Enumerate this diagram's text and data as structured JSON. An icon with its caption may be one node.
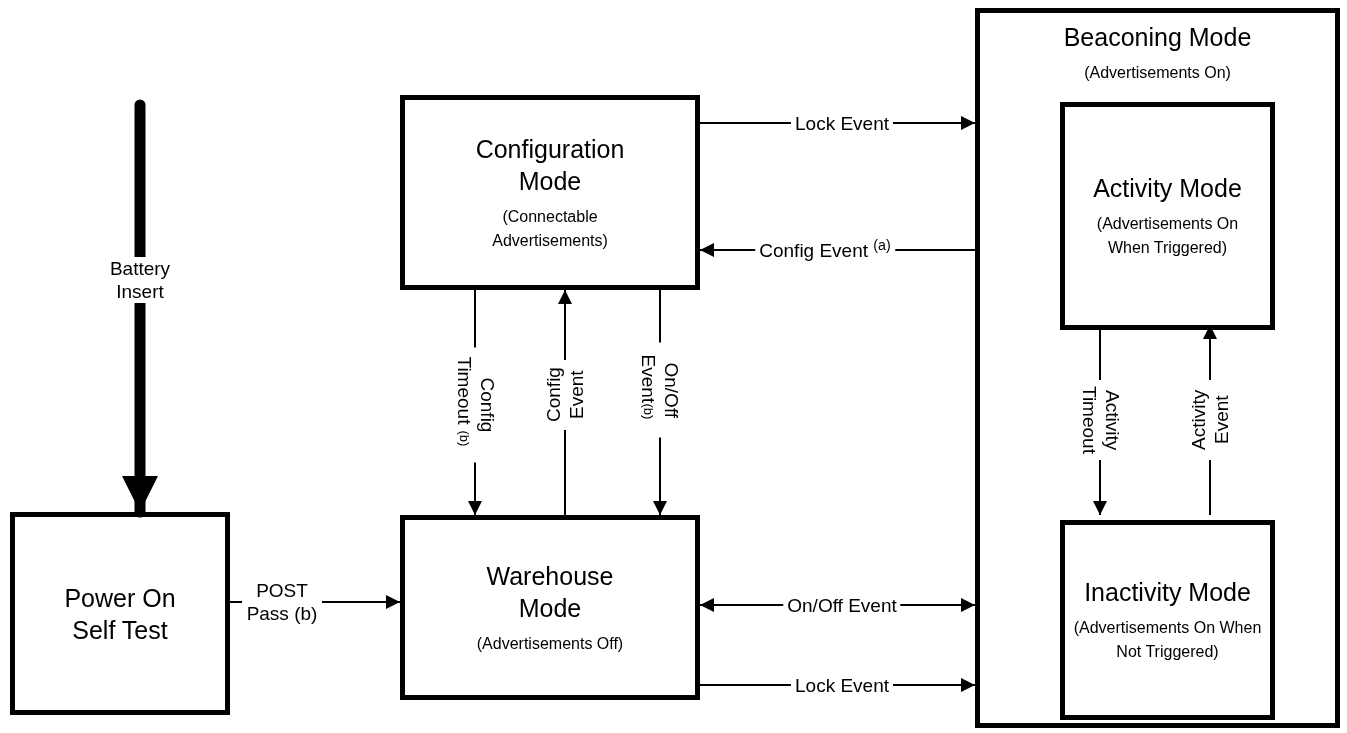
{
  "diagram": {
    "nodes": [
      {
        "text": [
          "Power On Self Test"
        ]
      },
      {
        "text": [
          "Configuration Mode",
          "(Connectable Advertisements)"
        ]
      },
      {
        "text": [
          "Warehouse Mode",
          "(Advertisements Off)"
        ]
      },
      {
        "text": [
          "Beaconing Mode",
          "(Advertisements On)"
        ]
      },
      {
        "text": [
          "Activity Mode",
          "(Advertisements On When Triggered)"
        ],
        "in": 3
      },
      {
        "text": [
          "Inactivity Mode",
          "(Advertisements On When Not Triggered)"
        ],
        "in": 3
      }
    ],
    "edges": [
      {
        "from": null,
        "to": 0,
        "arrow": "to",
        "label": "Battery Insert",
        "style": "thick"
      },
      {
        "from": 0,
        "to": 2,
        "arrow": "to",
        "label": "POST Pass (b)"
      },
      {
        "from": 1,
        "to": 3,
        "arrow": "to",
        "label": "Lock Event"
      },
      {
        "from": 3,
        "to": 1,
        "arrow": "to",
        "label": "Config Event $^{(a)}$"
      },
      {
        "from": 1,
        "to": 2,
        "arrow": "to",
        "label": "Config Timeout $^{(b)}$"
      },
      {
        "from": 2,
        "to": 1,
        "arrow": "to",
        "label": "Config Event"
      },
      {
        "from": 1,
        "to": 2,
        "arrow": "to",
        "label": "On/Off Event$^{(b)}$"
      },
      {
        "from": 2,
        "to": 3,
        "arrow": "both",
        "label": "On/Off Event"
      },
      {
        "from": 2,
        "to": 3,
        "arrow": "to",
        "label": "Lock Event"
      },
      {
        "from": 4,
        "to": 5,
        "arrow": "to",
        "label": "Activity Timeout"
      },
      {
        "from": 5,
        "to": 4,
        "arrow": "to",
        "label": "Activity Event"
      }
    ]
  }
}
